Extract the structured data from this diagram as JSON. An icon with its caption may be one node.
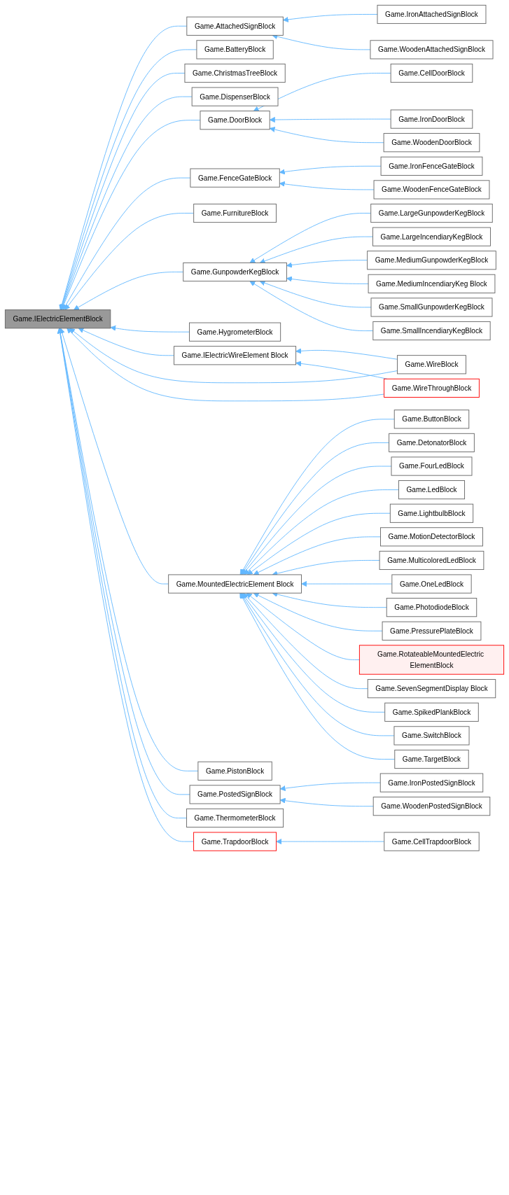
{
  "diagram": {
    "nodes": [
      {
        "text": [
          "Game.IElectricElementBlock"
        ]
      },
      {
        "text": [
          "Game.AttachedSignBlock"
        ]
      },
      {
        "text": [
          "Game.BatteryBlock"
        ]
      },
      {
        "text": [
          "Game.ChristmasTreeBlock"
        ]
      },
      {
        "text": [
          "Game.DispenserBlock"
        ]
      },
      {
        "text": [
          "Game.DoorBlock"
        ]
      },
      {
        "text": [
          "Game.FenceGateBlock"
        ]
      },
      {
        "text": [
          "Game.FurnitureBlock"
        ]
      },
      {
        "text": [
          "Game.GunpowderKegBlock"
        ]
      },
      {
        "text": [
          "Game.HygrometerBlock"
        ]
      },
      {
        "text": [
          "Game.IElectricWireElement Block"
        ]
      },
      {
        "text": [
          "Game.MountedElectricElement Block"
        ]
      },
      {
        "text": [
          "Game.PistonBlock"
        ]
      },
      {
        "text": [
          "Game.PostedSignBlock"
        ]
      },
      {
        "text": [
          "Game.ThermometerBlock"
        ]
      },
      {
        "text": [
          "Game.TrapdoorBlock"
        ]
      },
      {
        "text": [
          "Game.IronAttachedSignBlock"
        ]
      },
      {
        "text": [
          "Game.WoodenAttachedSignBlock"
        ]
      },
      {
        "text": [
          "Game.CellDoorBlock"
        ]
      },
      {
        "text": [
          "Game.IronDoorBlock"
        ]
      },
      {
        "text": [
          "Game.WoodenDoorBlock"
        ]
      },
      {
        "text": [
          "Game.IronFenceGateBlock"
        ]
      },
      {
        "text": [
          "Game.WoodenFenceGateBlock"
        ]
      },
      {
        "text": [
          "Game.LargeGunpowderKegBlock"
        ]
      },
      {
        "text": [
          "Game.LargeIncendiaryKegBlock"
        ]
      },
      {
        "text": [
          "Game.MediumGunpowderKegBlock"
        ]
      },
      {
        "text": [
          "Game.MediumIncendiaryKeg Block"
        ]
      },
      {
        "text": [
          "Game.SmallGunpowderKegBlock"
        ]
      },
      {
        "text": [
          "Game.SmallIncendiaryKegBlock"
        ]
      },
      {
        "text": [
          "Game.WireBlock"
        ]
      },
      {
        "text": [
          "Game.WireThroughBlock"
        ]
      },
      {
        "text": [
          "Game.ButtonBlock"
        ]
      },
      {
        "text": [
          "Game.DetonatorBlock"
        ]
      },
      {
        "text": [
          "Game.FourLedBlock"
        ]
      },
      {
        "text": [
          "Game.LedBlock"
        ]
      },
      {
        "text": [
          "Game.LightbulbBlock"
        ]
      },
      {
        "text": [
          "Game.MotionDetectorBlock"
        ]
      },
      {
        "text": [
          "Game.MulticoloredLedBlock"
        ]
      },
      {
        "text": [
          "Game.OneLedBlock"
        ]
      },
      {
        "text": [
          "Game.PhotodiodeBlock"
        ]
      },
      {
        "text": [
          "Game.PressurePlateBlock"
        ]
      },
      {
        "text": [
          "Game.RotateableMountedElectric ElementBlock"
        ]
      },
      {
        "text": [
          "Game.SevenSegmentDisplay Block"
        ]
      },
      {
        "text": [
          "Game.SpikedPlankBlock"
        ]
      },
      {
        "text": [
          "Game.SwitchBlock"
        ]
      },
      {
        "text": [
          "Game.TargetBlock"
        ]
      },
      {
        "text": [
          "Game.IronPostedSignBlock"
        ]
      },
      {
        "text": [
          "Game.WoodenPostedSignBlock"
        ]
      },
      {
        "text": [
          "Game.CellTrapdoorBlock"
        ]
      }
    ],
    "edges": [
      {
        "from": 1,
        "to": 0,
        "arrow": "to"
      },
      {
        "from": 2,
        "to": 0,
        "arrow": "to"
      },
      {
        "from": 3,
        "to": 0,
        "arrow": "to"
      },
      {
        "from": 4,
        "to": 0,
        "arrow": "to"
      },
      {
        "from": 5,
        "to": 0,
        "arrow": "to"
      },
      {
        "from": 6,
        "to": 0,
        "arrow": "to"
      },
      {
        "from": 7,
        "to": 0,
        "arrow": "to"
      },
      {
        "from": 8,
        "to": 0,
        "arrow": "to"
      },
      {
        "from": 9,
        "to": 0,
        "arrow": "to"
      },
      {
        "from": 10,
        "to": 0,
        "arrow": "to"
      },
      {
        "from": 29,
        "to": 0,
        "arrow": "to"
      },
      {
        "from": 30,
        "to": 0,
        "arrow": "to"
      },
      {
        "from": 11,
        "to": 0,
        "arrow": "to"
      },
      {
        "from": 12,
        "to": 0,
        "arrow": "to"
      },
      {
        "from": 13,
        "to": 0,
        "arrow": "to"
      },
      {
        "from": 14,
        "to": 0,
        "arrow": "to"
      },
      {
        "from": 15,
        "to": 0,
        "arrow": "to"
      },
      {
        "from": 16,
        "to": 1,
        "arrow": "to"
      },
      {
        "from": 17,
        "to": 1,
        "arrow": "to"
      },
      {
        "from": 18,
        "to": 5,
        "arrow": "to"
      },
      {
        "from": 19,
        "to": 5,
        "arrow": "to"
      },
      {
        "from": 20,
        "to": 5,
        "arrow": "to"
      },
      {
        "from": 21,
        "to": 6,
        "arrow": "to"
      },
      {
        "from": 22,
        "to": 6,
        "arrow": "to"
      },
      {
        "from": 23,
        "to": 8,
        "arrow": "to"
      },
      {
        "from": 24,
        "to": 8,
        "arrow": "to"
      },
      {
        "from": 25,
        "to": 8,
        "arrow": "to"
      },
      {
        "from": 26,
        "to": 8,
        "arrow": "to"
      },
      {
        "from": 27,
        "to": 8,
        "arrow": "to"
      },
      {
        "from": 28,
        "to": 8,
        "arrow": "to"
      },
      {
        "from": 29,
        "to": 10,
        "arrow": "to"
      },
      {
        "from": 30,
        "to": 10,
        "arrow": "to"
      },
      {
        "from": 31,
        "to": 11,
        "arrow": "to"
      },
      {
        "from": 32,
        "to": 11,
        "arrow": "to"
      },
      {
        "from": 33,
        "to": 11,
        "arrow": "to"
      },
      {
        "from": 34,
        "to": 11,
        "arrow": "to"
      },
      {
        "from": 35,
        "to": 11,
        "arrow": "to"
      },
      {
        "from": 36,
        "to": 11,
        "arrow": "to"
      },
      {
        "from": 37,
        "to": 11,
        "arrow": "to"
      },
      {
        "from": 38,
        "to": 11,
        "arrow": "to"
      },
      {
        "from": 39,
        "to": 11,
        "arrow": "to"
      },
      {
        "from": 40,
        "to": 11,
        "arrow": "to"
      },
      {
        "from": 41,
        "to": 11,
        "arrow": "to"
      },
      {
        "from": 42,
        "to": 11,
        "arrow": "to"
      },
      {
        "from": 43,
        "to": 11,
        "arrow": "to"
      },
      {
        "from": 44,
        "to": 11,
        "arrow": "to"
      },
      {
        "from": 45,
        "to": 11,
        "arrow": "to"
      },
      {
        "from": 46,
        "to": 13,
        "arrow": "to"
      },
      {
        "from": 47,
        "to": 13,
        "arrow": "to"
      },
      {
        "from": 48,
        "to": 15,
        "arrow": "to"
      }
    ]
  }
}
